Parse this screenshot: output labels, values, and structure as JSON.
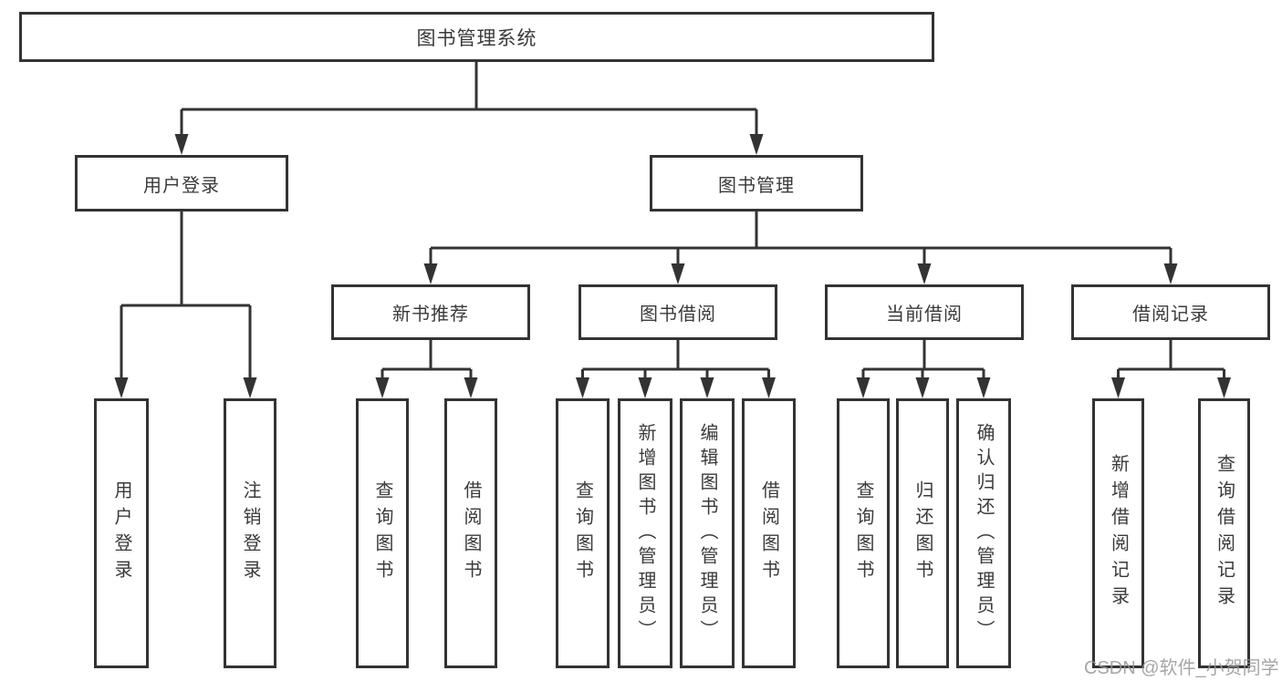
{
  "tree": {
    "root": {
      "label": "图书管理系统"
    },
    "branches": [
      {
        "label": "用户登录",
        "children": [
          {
            "label": "用户登录"
          },
          {
            "label": "注销登录"
          }
        ]
      },
      {
        "label": "图书管理",
        "children": [
          {
            "label": "新书推荐",
            "children": [
              {
                "label": "查询图书"
              },
              {
                "label": "借阅图书"
              }
            ]
          },
          {
            "label": "图书借阅",
            "children": [
              {
                "label": "查询图书"
              },
              {
                "label": "新增图书（管理员）"
              },
              {
                "label": "编辑图书（管理员）"
              },
              {
                "label": "借阅图书"
              }
            ]
          },
          {
            "label": "当前借阅",
            "children": [
              {
                "label": "查询图书"
              },
              {
                "label": "归还图书"
              },
              {
                "label": "确认归还（管理员）"
              }
            ]
          },
          {
            "label": "借阅记录",
            "children": [
              {
                "label": "新增借阅记录"
              },
              {
                "label": "查询借阅记录"
              }
            ]
          }
        ]
      }
    ]
  },
  "watermark": {
    "text": "CSDN @软件_小贺同学"
  },
  "colors": {
    "line": "#333333",
    "box_border": "#333333",
    "box_fill": "#ffffff",
    "text": "#3a3a3a",
    "watermark": "#969696",
    "background": "#ffffff"
  }
}
